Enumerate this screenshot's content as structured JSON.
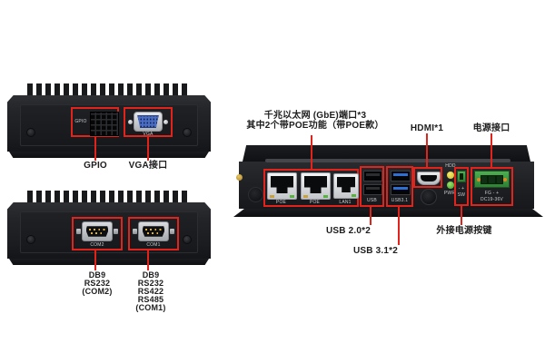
{
  "colors": {
    "annotation_red": "#e0231b",
    "label_text": "#1d1d1e",
    "device_black": "#1b1c20",
    "vga_blue": "#4a6cc2",
    "usb3_blue": "#2e6fd6",
    "terminal_green": "#3c9e42",
    "led_yellow": "#ddd136",
    "led_green": "#58c040"
  },
  "rear_view": {
    "port_labels": {
      "gpio": "GPIO",
      "vga": "VGA"
    },
    "callouts": {
      "gpio": "GPIO",
      "vga": "VGA接口"
    }
  },
  "com_view": {
    "port_labels": {
      "com2": "COM2",
      "com1": "COM1"
    },
    "callouts": {
      "com2": [
        "DB9",
        "RS232",
        "(COM2)"
      ],
      "com1": [
        "DB9",
        "RS232",
        "RS422",
        "RS485",
        "(COM1)"
      ]
    }
  },
  "front_view": {
    "callouts": {
      "ethernet_line1": "千兆以太网 (GbE)端口*3",
      "ethernet_line2": "其中2个带POE功能（带POE款）",
      "hdmi": "HDMI*1",
      "power": "电源接口",
      "usb2": "USB 2.0*2",
      "usb3": "USB 3.1*2",
      "power_button": "外接电源按键"
    },
    "port_labels": {
      "poe1": "POE",
      "poe2": "POE",
      "lan1": "LAN1",
      "usb2": "USB",
      "usb3": "USB3.1",
      "hdd_led": "HDD",
      "pwr_led": "PWR",
      "sw_polarity": "- +",
      "sw": "SW",
      "power_pins": "FG - +",
      "power_voltage": "DC19-36V"
    }
  }
}
